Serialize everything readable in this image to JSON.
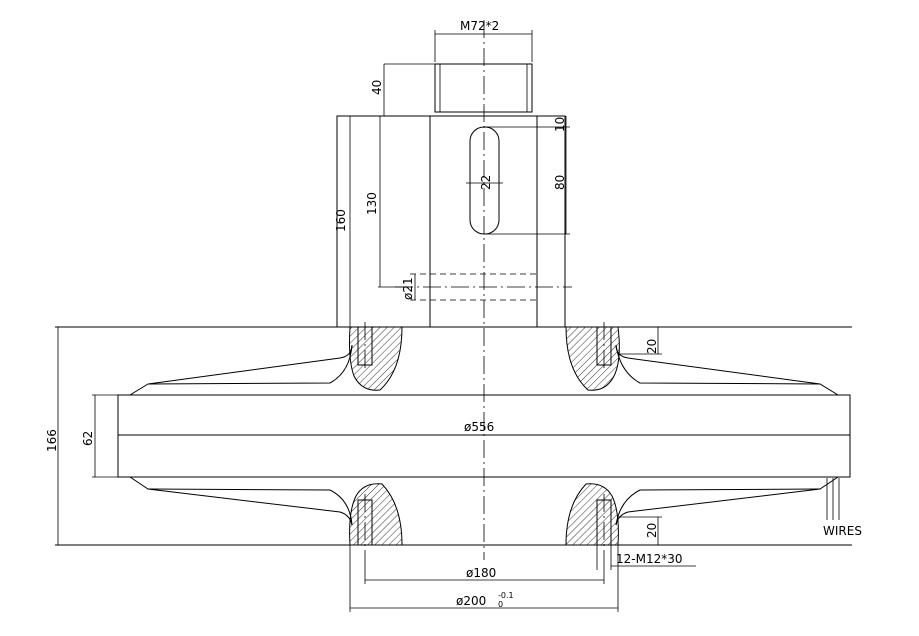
{
  "dimensions": {
    "thread_top": "M72*2",
    "h40": "40",
    "h160": "160",
    "h130": "130",
    "slot_w": "22",
    "slot_top": "10",
    "slot_h": "80",
    "hole_d": "ø21",
    "d556": "ø556",
    "h166": "166",
    "h62": "62",
    "h20_top": "20",
    "h20_bot": "20",
    "bolt": "12-M12*30",
    "d180": "ø180",
    "d200": "ø200",
    "tol_upper": "-0.1",
    "tol_lower": "0"
  },
  "labels": {
    "wires": "WIRES"
  }
}
